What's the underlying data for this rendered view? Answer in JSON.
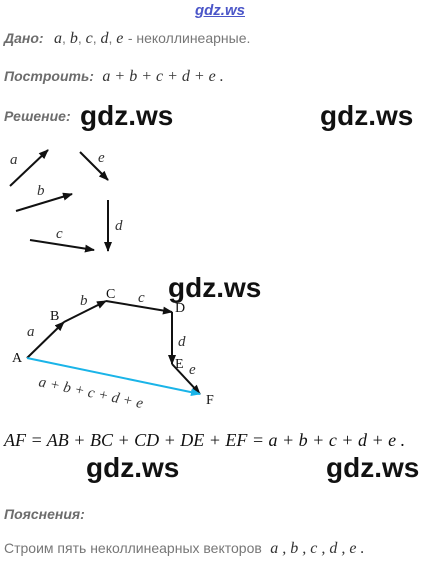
{
  "site": {
    "link": "gdz.ws"
  },
  "given": {
    "label": "Дано:",
    "vectors": [
      "a",
      "b",
      "c",
      "d",
      "e"
    ],
    "suffix": "- неколлинеарные."
  },
  "construct": {
    "label": "Построить:",
    "expression": "a + b + c + d + e ."
  },
  "solution": {
    "label": "Решение:"
  },
  "watermarks": [
    "gdz.ws",
    "gdz.ws",
    "gdz.ws",
    "gdz.ws",
    "gdz.ws"
  ],
  "diagram": {
    "vector_labels": [
      "a",
      "b",
      "c",
      "d",
      "e"
    ],
    "points": [
      "A",
      "B",
      "C",
      "D",
      "E",
      "F"
    ],
    "sum_label": "a + b + c + d + e",
    "sum_color": "#1ab4e8"
  },
  "equation": {
    "text": "AF = AB + BC + CD + DE + EF = a + b + c + d + e ."
  },
  "explanation": {
    "label": "Пояснения:",
    "text": "Строим пять неколлинеарных векторов",
    "vectors": "a , b , c , d , e ."
  }
}
